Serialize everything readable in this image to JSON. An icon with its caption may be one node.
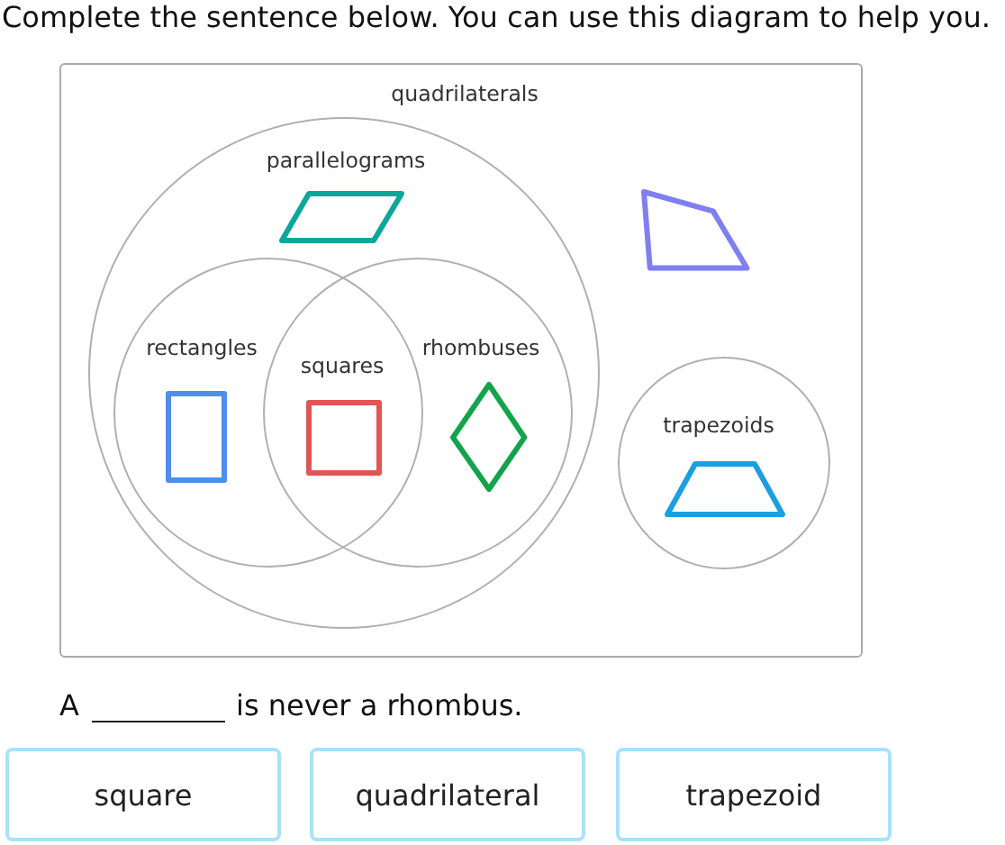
{
  "diagram": {
    "title": "Complete the sentence below. You can use this diagram to help you.",
    "nodes": [
      {
        "text": [
          "quadrilaterals"
        ]
      },
      {
        "text": [
          "parallelograms"
        ],
        "in": 0
      },
      {
        "text": [
          "rectangles"
        ],
        "in": 1
      },
      {
        "text": [
          "rhombuses"
        ],
        "in": 1
      },
      {
        "text": [
          "trapezoids"
        ],
        "in": 0
      }
    ],
    "labels": [
      "squares",
      "A",
      "is never a rhombus.",
      "square",
      "quadrilateral",
      "trapezoid"
    ]
  }
}
